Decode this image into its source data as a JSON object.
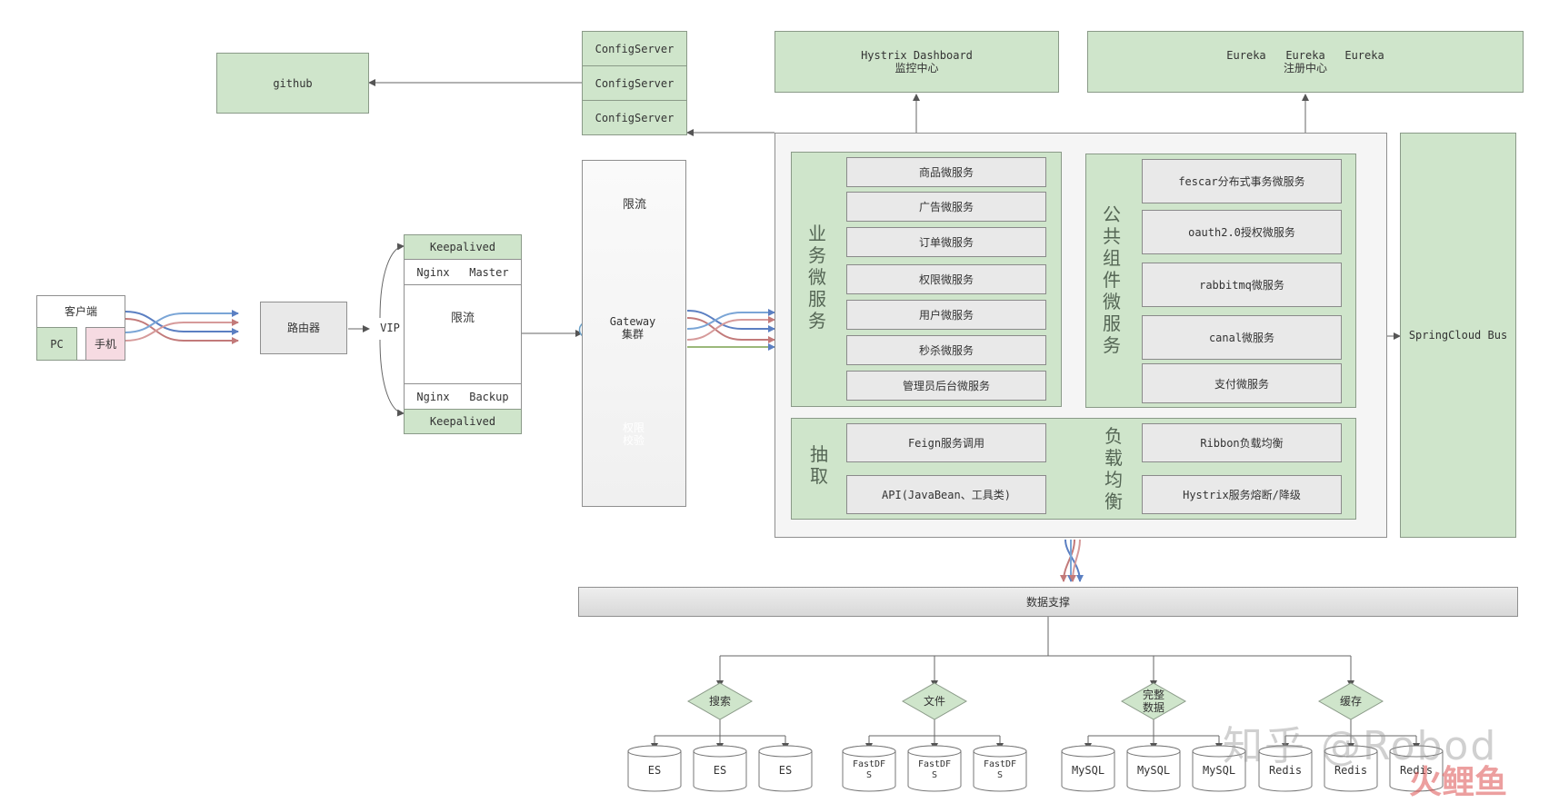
{
  "colors": {
    "green": "#cfe5cb",
    "gray": "#e9e9e9",
    "teal": "#2bbfa8",
    "line": "#666666"
  },
  "github": "github",
  "config_servers": [
    "ConfigServer",
    "ConfigServer",
    "ConfigServer"
  ],
  "hystrix_dashboard": {
    "title": "Hystrix Dashboard",
    "subtitle": "监控中心"
  },
  "eureka": {
    "title": "Eureka   Eureka   Eureka",
    "subtitle": "注册中心"
  },
  "client": {
    "title": "客户端",
    "pc": "PC",
    "phone": "手机"
  },
  "router": "路由器",
  "vip": "VIP",
  "nginx": {
    "keepalived_top": "Keepalived",
    "master": "Nginx   Master",
    "rate_limit": "限流",
    "backup": "Nginx   Backup",
    "keepalived_bottom": "Keepalived"
  },
  "gateway": {
    "rate_limit": "限流",
    "cluster": "Gateway\n集群",
    "auth": "权限\n校验",
    "auth_icon": "shield-icon"
  },
  "business": {
    "label": "业务微服务",
    "services": [
      "商品微服务",
      "广告微服务",
      "订单微服务",
      "权限微服务",
      "用户微服务",
      "秒杀微服务",
      "管理员后台微服务"
    ]
  },
  "common": {
    "label": "公共组件微服务",
    "services": [
      "fescar分布式事务微服务",
      "oauth2.0授权微服务",
      "rabbitmq微服务",
      "canal微服务",
      "支付微服务"
    ]
  },
  "extract": {
    "label": "抽取",
    "items": [
      "Feign服务调用",
      "API(JavaBean、工具类)"
    ]
  },
  "balance": {
    "label": "负载均衡",
    "items": [
      "Ribbon负载均衡",
      "Hystrix服务熔断/降级"
    ]
  },
  "bus": "SpringCloud Bus",
  "data_support": "数据支撑",
  "data_groups": [
    {
      "label": "搜索",
      "stores": [
        "ES",
        "ES",
        "ES"
      ]
    },
    {
      "label": "文件",
      "stores": [
        "FastDF\nS",
        "FastDF\nS",
        "FastDF\nS"
      ]
    },
    {
      "label": "完整\n数据",
      "stores": [
        "MySQL",
        "MySQL",
        "MySQL"
      ]
    },
    {
      "label": "缓存",
      "stores": [
        "Redis",
        "Redis",
        "Redis"
      ]
    }
  ],
  "watermark": {
    "zhihu": "知乎 @Robod",
    "logo": "火鲤鱼"
  }
}
